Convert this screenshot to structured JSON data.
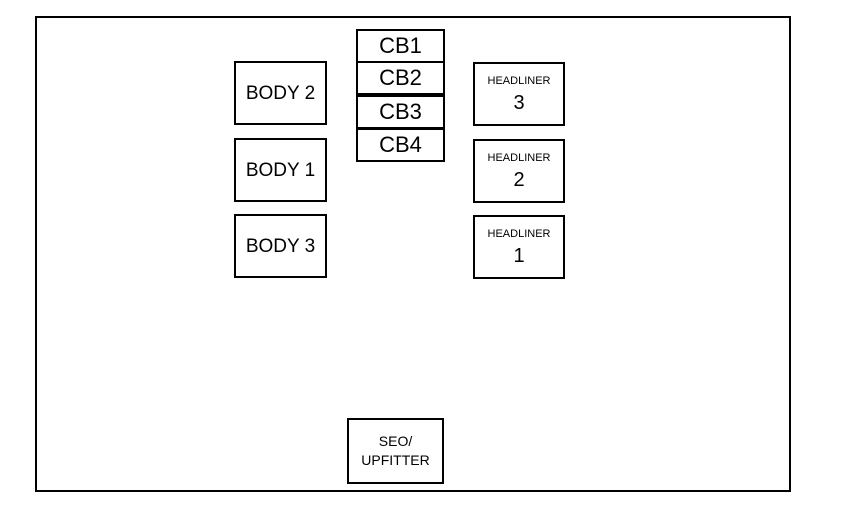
{
  "fuse_block": {
    "body_relays": [
      {
        "label": "BODY 2"
      },
      {
        "label": "BODY 1"
      },
      {
        "label": "BODY 3"
      }
    ],
    "circuit_breakers": [
      {
        "label": "CB1"
      },
      {
        "label": "CB2"
      },
      {
        "label": "CB3"
      },
      {
        "label": "CB4"
      }
    ],
    "headliner_relays": [
      {
        "label": "HEADLINER",
        "number": "3"
      },
      {
        "label": "HEADLINER",
        "number": "2"
      },
      {
        "label": "HEADLINER",
        "number": "1"
      }
    ],
    "seo_upfitter": {
      "line1": "SEO/",
      "line2": "UPFITTER"
    }
  }
}
